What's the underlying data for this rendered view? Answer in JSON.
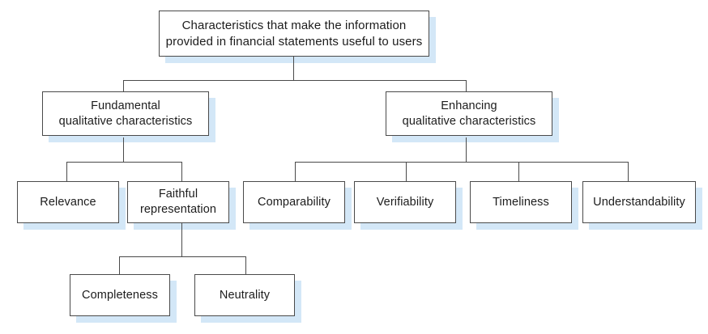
{
  "diagram": {
    "type": "hierarchy-tree",
    "title": "Characteristics that make the information provided in financial statements useful to users",
    "colors": {
      "box_fill": "#ffffff",
      "box_border": "#4a4a4a",
      "shadow": "#d3e7f7",
      "text": "#1c1c1c",
      "background": "#ffffff"
    },
    "nodes": {
      "root": {
        "id": "root",
        "label": "Characteristics that make the information\nprovided in financial statements useful to users",
        "level": 0
      },
      "fundamental": {
        "id": "fundamental",
        "label": "Fundamental\nqualitative characteristics",
        "level": 1
      },
      "enhancing": {
        "id": "enhancing",
        "label": "Enhancing\nqualitative characteristics",
        "level": 1
      },
      "relevance": {
        "id": "relevance",
        "label": "Relevance",
        "level": 2
      },
      "faithful_representation": {
        "id": "faithful_representation",
        "label": "Faithful\nrepresentation",
        "level": 2
      },
      "comparability": {
        "id": "comparability",
        "label": "Comparability",
        "level": 2
      },
      "verifiability": {
        "id": "verifiability",
        "label": "Verifiability",
        "level": 2
      },
      "timeliness": {
        "id": "timeliness",
        "label": "Timeliness",
        "level": 2
      },
      "understandability": {
        "id": "understandability",
        "label": "Understandability",
        "level": 2
      },
      "completeness": {
        "id": "completeness",
        "label": "Completeness",
        "level": 3
      },
      "neutrality": {
        "id": "neutrality",
        "label": "Neutrality",
        "level": 3
      }
    },
    "edges": [
      {
        "from": "root",
        "to": "fundamental"
      },
      {
        "from": "root",
        "to": "enhancing"
      },
      {
        "from": "fundamental",
        "to": "relevance"
      },
      {
        "from": "fundamental",
        "to": "faithful_representation"
      },
      {
        "from": "enhancing",
        "to": "comparability"
      },
      {
        "from": "enhancing",
        "to": "verifiability"
      },
      {
        "from": "enhancing",
        "to": "timeliness"
      },
      {
        "from": "enhancing",
        "to": "understandability"
      },
      {
        "from": "faithful_representation",
        "to": "completeness"
      },
      {
        "from": "faithful_representation",
        "to": "neutrality"
      }
    ]
  }
}
